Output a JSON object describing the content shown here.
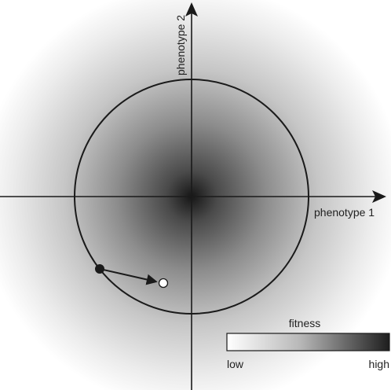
{
  "axes": {
    "x_label": "phenotype 1",
    "y_label": "phenotype 2"
  },
  "legend": {
    "title": "fitness",
    "low_label": "low",
    "high_label": "high",
    "low_color": "#ffffff",
    "high_color": "#1e1e1e"
  },
  "landscape": {
    "peak_color": "#161616",
    "background_color": "#ffffff",
    "circle_stroke": "#1a1a1a"
  },
  "mutation": {
    "start_point_fill": "#1a1a1a",
    "end_point_fill": "#ffffff",
    "arrow_color": "#1a1a1a"
  }
}
